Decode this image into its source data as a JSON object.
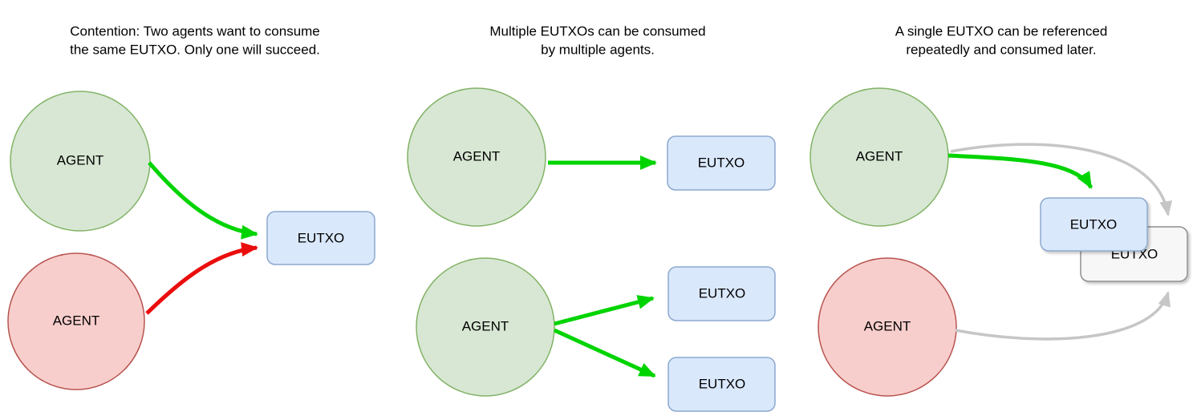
{
  "diagram": {
    "topic": "EUTXO consumption patterns"
  },
  "colors": {
    "background": "#ffffff",
    "text": "#000000",
    "agent_green_fill": "#d8e7d4",
    "agent_green_stroke": "#82b366",
    "agent_red_fill": "#f8cecc",
    "agent_red_stroke": "#b85450",
    "eutxo_blue_fill": "#dae8fc",
    "eutxo_blue_stroke": "#8ca9cf",
    "eutxo_gray_fill": "#f7f7f7",
    "eutxo_gray_stroke": "#8f8f8f",
    "arrow_green": "#00d400",
    "arrow_red": "#ea0d0d",
    "arrow_gray": "#c6c6c6"
  },
  "panels": [
    {
      "title_lines": [
        "Contention: Two agents want to consume",
        "the same EUTXO. Only one will succeed."
      ],
      "agent_top_label": "AGENT",
      "agent_bottom_label": "AGENT",
      "eutxo_label": "EUTXO"
    },
    {
      "title_lines": [
        "Multiple EUTXOs can be consumed",
        "by multiple agents."
      ],
      "agent_top_label": "AGENT",
      "agent_bottom_label": "AGENT",
      "eutxo_top_label": "EUTXO",
      "eutxo_middle_label": "EUTXO",
      "eutxo_bottom_label": "EUTXO"
    },
    {
      "title_lines": [
        "A single EUTXO can be referenced",
        "repeatedly and consumed later."
      ],
      "agent_top_label": "AGENT",
      "agent_bottom_label": "AGENT",
      "eutxo_front_label": "EUTXO",
      "eutxo_back_label": "EUTXO"
    }
  ]
}
